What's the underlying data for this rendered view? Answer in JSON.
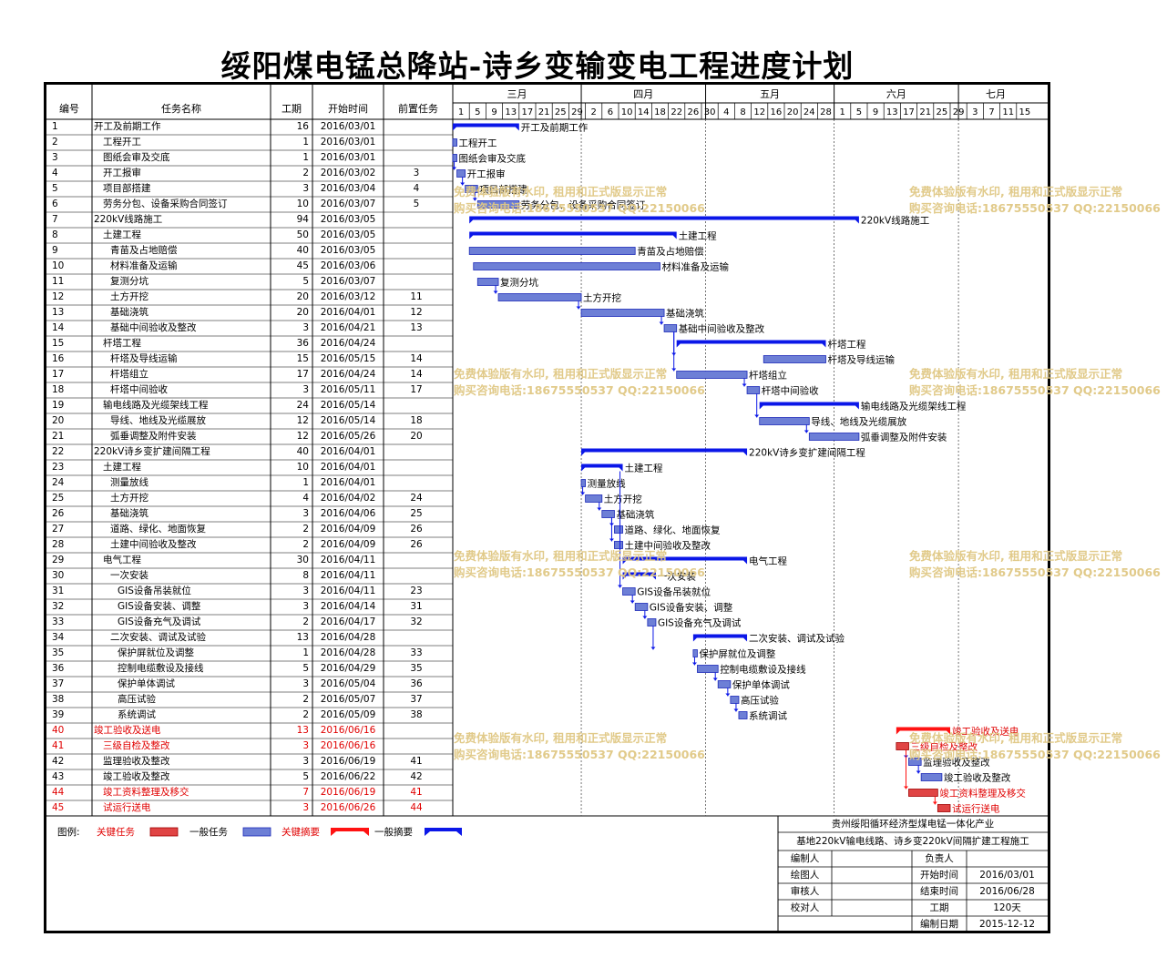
{
  "title": "绥阳煤电锰总降站-诗乡变输变电工程进度计划",
  "headers": {
    "id": "编号",
    "name": "任务名称",
    "duration": "工期",
    "start": "开始时间",
    "pred": "前置任务"
  },
  "timeline": {
    "months": [
      "三月",
      "四月",
      "五月",
      "六月",
      "七月"
    ],
    "days": [
      "1",
      "5",
      "9",
      "13",
      "17",
      "21",
      "25",
      "29",
      "2",
      "6",
      "10",
      "14",
      "18",
      "22",
      "26",
      "30",
      "4",
      "8",
      "12",
      "16",
      "20",
      "24",
      "28",
      "1",
      "5",
      "9",
      "13",
      "17",
      "21",
      "25",
      "29",
      "3",
      "7",
      "11",
      "15"
    ]
  },
  "chart_data": {
    "type": "gantt",
    "title": "绥阳煤电锰总降站-诗乡变输变电工程进度计划",
    "x_start": "2016/03/01",
    "x_end": "2016/07/18",
    "tasks": [
      {
        "id": "1",
        "name": "开工及前期工作",
        "level": 0,
        "duration": 16,
        "start": "2016/03/01",
        "pred": "",
        "summary": true,
        "critical": false
      },
      {
        "id": "2",
        "name": "工程开工",
        "level": 1,
        "duration": 1,
        "start": "2016/03/01",
        "pred": "",
        "summary": false,
        "critical": false
      },
      {
        "id": "3",
        "name": "图纸会审及交底",
        "level": 1,
        "duration": 1,
        "start": "2016/03/01",
        "pred": "",
        "summary": false,
        "critical": false
      },
      {
        "id": "4",
        "name": "开工报审",
        "level": 1,
        "duration": 2,
        "start": "2016/03/02",
        "pred": "3",
        "summary": false,
        "critical": false
      },
      {
        "id": "5",
        "name": "项目部搭建",
        "level": 1,
        "duration": 3,
        "start": "2016/03/04",
        "pred": "4",
        "summary": false,
        "critical": false
      },
      {
        "id": "6",
        "name": "劳务分包、设备采购合同签订",
        "level": 1,
        "duration": 10,
        "start": "2016/03/07",
        "pred": "5",
        "summary": false,
        "critical": false
      },
      {
        "id": "7",
        "name": "220kV线路施工",
        "level": 0,
        "duration": 94,
        "start": "2016/03/05",
        "pred": "",
        "summary": true,
        "critical": false
      },
      {
        "id": "8",
        "name": "土建工程",
        "level": 1,
        "duration": 50,
        "start": "2016/03/05",
        "pred": "",
        "summary": true,
        "critical": false
      },
      {
        "id": "9",
        "name": "青苗及占地赔偿",
        "level": 2,
        "duration": 40,
        "start": "2016/03/05",
        "pred": "",
        "summary": false,
        "critical": false
      },
      {
        "id": "10",
        "name": "材料准备及运输",
        "level": 2,
        "duration": 45,
        "start": "2016/03/06",
        "pred": "",
        "summary": false,
        "critical": false
      },
      {
        "id": "11",
        "name": "复测分坑",
        "level": 2,
        "duration": 5,
        "start": "2016/03/07",
        "pred": "",
        "summary": false,
        "critical": false
      },
      {
        "id": "12",
        "name": "土方开挖",
        "level": 2,
        "duration": 20,
        "start": "2016/03/12",
        "pred": "11",
        "summary": false,
        "critical": false
      },
      {
        "id": "13",
        "name": "基础浇筑",
        "level": 2,
        "duration": 20,
        "start": "2016/04/01",
        "pred": "12",
        "summary": false,
        "critical": false
      },
      {
        "id": "14",
        "name": "基础中间验收及整改",
        "level": 2,
        "duration": 3,
        "start": "2016/04/21",
        "pred": "13",
        "summary": false,
        "critical": false
      },
      {
        "id": "15",
        "name": "杆塔工程",
        "level": 1,
        "duration": 36,
        "start": "2016/04/24",
        "pred": "",
        "summary": true,
        "critical": false
      },
      {
        "id": "16",
        "name": "杆塔及导线运输",
        "level": 2,
        "duration": 15,
        "start": "2016/05/15",
        "pred": "14",
        "summary": false,
        "critical": false
      },
      {
        "id": "17",
        "name": "杆塔组立",
        "level": 2,
        "duration": 17,
        "start": "2016/04/24",
        "pred": "14",
        "summary": false,
        "critical": false
      },
      {
        "id": "18",
        "name": "杆塔中间验收",
        "level": 2,
        "duration": 3,
        "start": "2016/05/11",
        "pred": "17",
        "summary": false,
        "critical": false
      },
      {
        "id": "19",
        "name": "输电线路及光缆架线工程",
        "level": 1,
        "duration": 24,
        "start": "2016/05/14",
        "pred": "",
        "summary": true,
        "critical": false
      },
      {
        "id": "20",
        "name": "导线、地线及光缆展放",
        "level": 2,
        "duration": 12,
        "start": "2016/05/14",
        "pred": "18",
        "summary": false,
        "critical": false
      },
      {
        "id": "21",
        "name": "弧垂调整及附件安装",
        "level": 2,
        "duration": 12,
        "start": "2016/05/26",
        "pred": "20",
        "summary": false,
        "critical": false
      },
      {
        "id": "22",
        "name": "220kV诗乡变扩建间隔工程",
        "level": 0,
        "duration": 40,
        "start": "2016/04/01",
        "pred": "",
        "summary": true,
        "critical": false
      },
      {
        "id": "23",
        "name": "土建工程",
        "level": 1,
        "duration": 10,
        "start": "2016/04/01",
        "pred": "",
        "summary": true,
        "critical": false
      },
      {
        "id": "24",
        "name": "测量放线",
        "level": 2,
        "duration": 1,
        "start": "2016/04/01",
        "pred": "",
        "summary": false,
        "critical": false
      },
      {
        "id": "25",
        "name": "土方开挖",
        "level": 2,
        "duration": 4,
        "start": "2016/04/02",
        "pred": "24",
        "summary": false,
        "critical": false
      },
      {
        "id": "26",
        "name": "基础浇筑",
        "level": 2,
        "duration": 3,
        "start": "2016/04/06",
        "pred": "25",
        "summary": false,
        "critical": false
      },
      {
        "id": "27",
        "name": "道路、绿化、地面恢复",
        "level": 2,
        "duration": 2,
        "start": "2016/04/09",
        "pred": "26",
        "summary": false,
        "critical": false
      },
      {
        "id": "28",
        "name": "土建中间验收及整改",
        "level": 2,
        "duration": 2,
        "start": "2016/04/09",
        "pred": "26",
        "summary": false,
        "critical": false
      },
      {
        "id": "29",
        "name": "电气工程",
        "level": 1,
        "duration": 30,
        "start": "2016/04/11",
        "pred": "",
        "summary": true,
        "critical": false
      },
      {
        "id": "30",
        "name": "一次安装",
        "level": 2,
        "duration": 8,
        "start": "2016/04/11",
        "pred": "",
        "summary": true,
        "critical": false
      },
      {
        "id": "31",
        "name": "GIS设备吊装就位",
        "level": 3,
        "duration": 3,
        "start": "2016/04/11",
        "pred": "23",
        "summary": false,
        "critical": false
      },
      {
        "id": "32",
        "name": "GIS设备安装、调整",
        "level": 3,
        "duration": 3,
        "start": "2016/04/14",
        "pred": "31",
        "summary": false,
        "critical": false
      },
      {
        "id": "33",
        "name": "GIS设备充气及调试",
        "level": 3,
        "duration": 2,
        "start": "2016/04/17",
        "pred": "32",
        "summary": false,
        "critical": false
      },
      {
        "id": "34",
        "name": "二次安装、调试及试验",
        "level": 2,
        "duration": 13,
        "start": "2016/04/28",
        "pred": "",
        "summary": true,
        "critical": false
      },
      {
        "id": "35",
        "name": "保护屏就位及调整",
        "level": 3,
        "duration": 1,
        "start": "2016/04/28",
        "pred": "33",
        "summary": false,
        "critical": false
      },
      {
        "id": "36",
        "name": "控制电缆敷设及接线",
        "level": 3,
        "duration": 5,
        "start": "2016/04/29",
        "pred": "35",
        "summary": false,
        "critical": false
      },
      {
        "id": "37",
        "name": "保护单体调试",
        "level": 3,
        "duration": 3,
        "start": "2016/05/04",
        "pred": "36",
        "summary": false,
        "critical": false
      },
      {
        "id": "38",
        "name": "高压试验",
        "level": 3,
        "duration": 2,
        "start": "2016/05/07",
        "pred": "37",
        "summary": false,
        "critical": false
      },
      {
        "id": "39",
        "name": "系统调试",
        "level": 3,
        "duration": 2,
        "start": "2016/05/09",
        "pred": "38",
        "summary": false,
        "critical": false
      },
      {
        "id": "40",
        "name": "竣工验收及送电",
        "level": 0,
        "duration": 13,
        "start": "2016/06/16",
        "pred": "",
        "summary": true,
        "critical": true
      },
      {
        "id": "41",
        "name": "三级自检及整改",
        "level": 1,
        "duration": 3,
        "start": "2016/06/16",
        "pred": "",
        "summary": false,
        "critical": true
      },
      {
        "id": "42",
        "name": "监理验收及整改",
        "level": 1,
        "duration": 3,
        "start": "2016/06/19",
        "pred": "41",
        "summary": false,
        "critical": false
      },
      {
        "id": "43",
        "name": "竣工验收及整改",
        "level": 1,
        "duration": 5,
        "start": "2016/06/22",
        "pred": "42",
        "summary": false,
        "critical": false
      },
      {
        "id": "44",
        "name": "竣工资料整理及移交",
        "level": 1,
        "duration": 7,
        "start": "2016/06/19",
        "pred": "41",
        "summary": false,
        "critical": true
      },
      {
        "id": "45",
        "name": "试运行送电",
        "level": 1,
        "duration": 3,
        "start": "2016/06/26",
        "pred": "44",
        "summary": false,
        "critical": true
      }
    ]
  },
  "legend": {
    "label": "图例:",
    "critical_task": "关键任务",
    "normal_task": "一般任务",
    "critical_summary": "关键摘要",
    "normal_summary": "一般摘要"
  },
  "colors": {
    "task_fill": "#6d7fd6",
    "task_border": "#1c2ab8",
    "summary": "#0b17e8",
    "critical": "#ff1212",
    "critical_fill": "#e04444",
    "critical_text": "#e00000"
  },
  "watermark": {
    "line1": "免费体验版有水印, 租用和正式版显示正常",
    "line2": "购买咨询电话:18675550537 QQ:22150066"
  },
  "titleblock": {
    "org": "贵州绥阳循环经济型煤电锰一体化产业",
    "project": "基地220kV输电线路、诗乡变220kV间隔扩建工程施工",
    "editor_label": "编制人",
    "editor": "",
    "owner_label": "负责人",
    "owner": "",
    "drawer_label": "绘图人",
    "drawer": "",
    "start_label": "开始时间",
    "start": "2016/03/01",
    "reviewer_label": "审核人",
    "reviewer": "",
    "end_label": "结束时间",
    "end": "2016/06/28",
    "checker_label": "校对人",
    "checker": "",
    "duration_label": "工期",
    "duration": "120天",
    "date_label": "编制日期",
    "date": "2015-12-12"
  }
}
